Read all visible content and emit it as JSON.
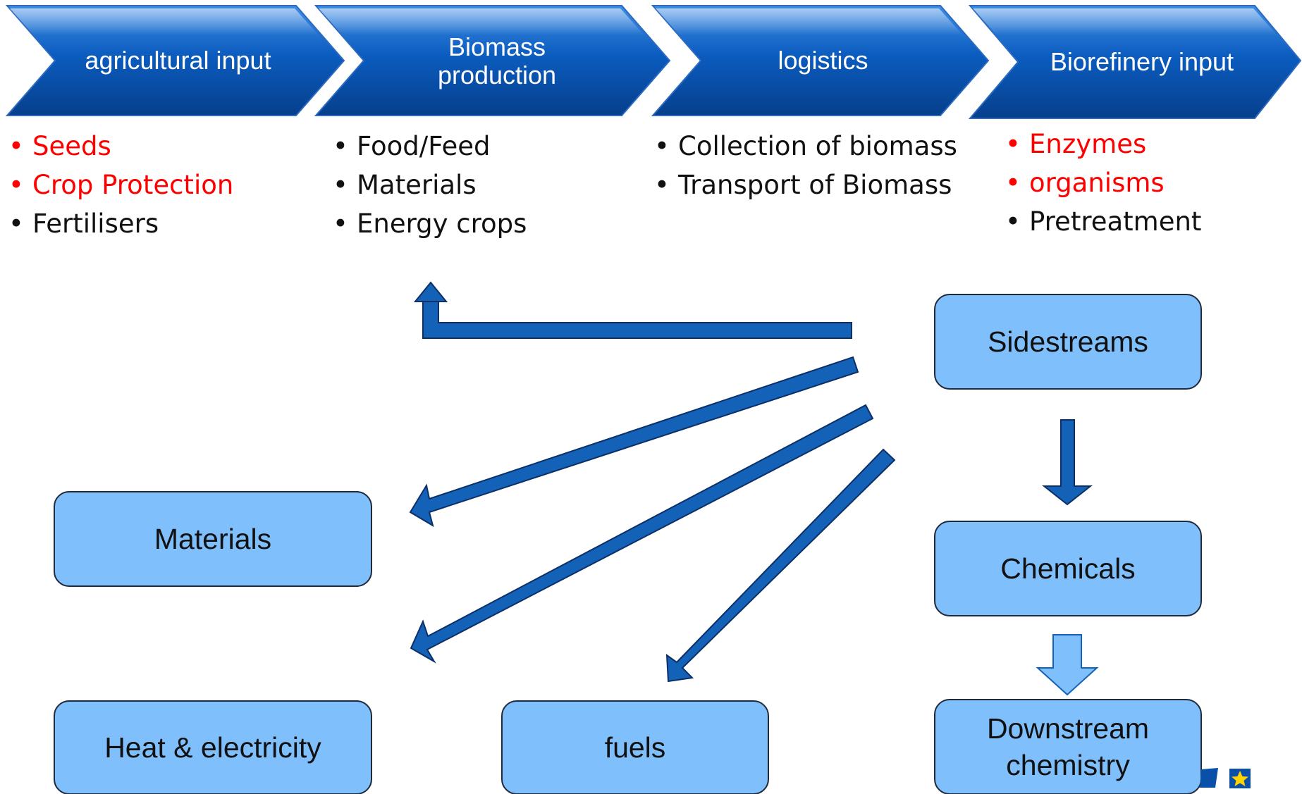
{
  "colors": {
    "chevron_blue": "#0a5ab8",
    "arrow_blue": "#1462b8",
    "box_fill": "#7fbffc",
    "highlight_text": "#ff0000"
  },
  "stages": [
    {
      "label": "agricultural input",
      "items": [
        {
          "text": "Seeds",
          "highlight": true
        },
        {
          "text": "Crop Protection",
          "highlight": true
        },
        {
          "text": "Fertilisers",
          "highlight": false
        }
      ]
    },
    {
      "label": "Biomass\nproduction",
      "items": [
        {
          "text": "Food/Feed",
          "highlight": false
        },
        {
          "text": "Materials",
          "highlight": false
        },
        {
          "text": "Energy crops",
          "highlight": false
        }
      ]
    },
    {
      "label": "logistics",
      "items": [
        {
          "text": "Collection of biomass",
          "highlight": false
        },
        {
          "text": "Transport of Biomass",
          "highlight": false
        }
      ]
    },
    {
      "label": "Biorefinery input",
      "items": [
        {
          "text": "Enzymes",
          "highlight": true
        },
        {
          "text": "organisms",
          "highlight": true
        },
        {
          "text": "Pretreatment",
          "highlight": false
        }
      ]
    }
  ],
  "boxes": {
    "sidestreams": "Sidestreams",
    "materials": "Materials",
    "chemicals": "Chemicals",
    "heat": "Heat & electricity",
    "fuels": "fuels",
    "downstream": "Downstream\nchemistry"
  },
  "icons": {
    "logo": "eu-star-logo-icon"
  }
}
